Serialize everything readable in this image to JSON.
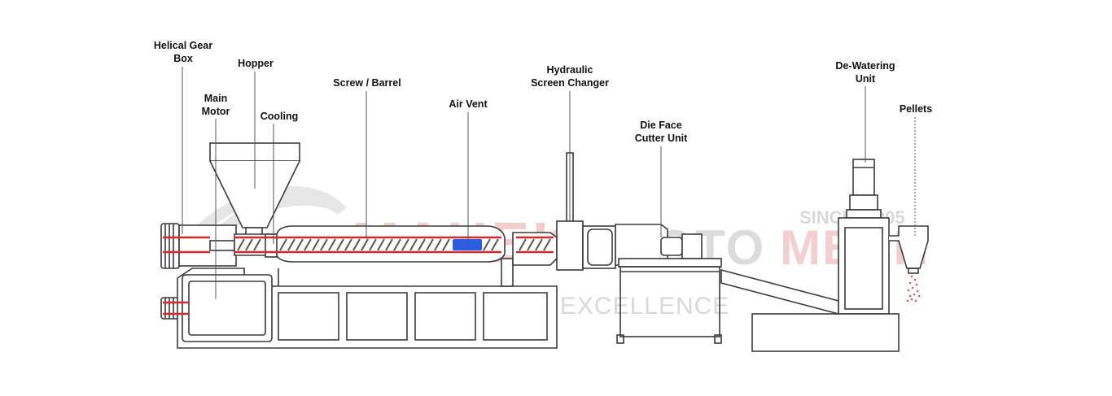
{
  "labels": {
    "helical_gear_box": {
      "line1": "Helical Gear",
      "line2": "Box"
    },
    "main_motor": {
      "line1": "Main",
      "line2": "Motor"
    },
    "hopper": "Hopper",
    "cooling": "Cooling",
    "screw_barrel": "Screw / Barrel",
    "air_vent": "Air Vent",
    "hydraulic_screen_changer": {
      "line1": "Hydraulic",
      "line2": "Screen Changer"
    },
    "die_face_cutter_unit": {
      "line1": "Die Face",
      "line2": "Cutter Unit"
    },
    "dewatering_unit": {
      "line1": "De-Watering",
      "line2": "Unit"
    },
    "pellets": "Pellets"
  },
  "watermark": {
    "brand_left": "MAHEK",
    "brand_mid": "ROTO",
    "brand_right": "MECH",
    "since": "SINCE: 2005",
    "tagline": "COMMITTED TO EXCELLENCE"
  },
  "colors": {
    "line": "#3a3a3a",
    "heater_red": "#d42a2a",
    "air_vent_blue": "#2a5ee0",
    "screw_flight": "#555555",
    "pellet_red": "#e05a5a",
    "watermark_gray": "#d6d6d6",
    "watermark_red": "#f2c4c4"
  }
}
